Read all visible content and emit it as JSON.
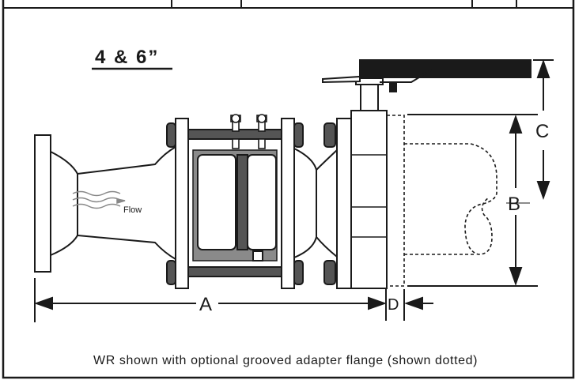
{
  "diagram": {
    "size_title": "4 & 6”",
    "flow_label": "Flow",
    "dimensions": {
      "a": "A",
      "b": "B",
      "c": "C",
      "d": "D"
    },
    "caption": "WR shown with optional grooved adapter flange (shown dotted)",
    "colors": {
      "line": "#1a1a1a",
      "fill": "#ffffff",
      "shade": "#555555"
    }
  }
}
